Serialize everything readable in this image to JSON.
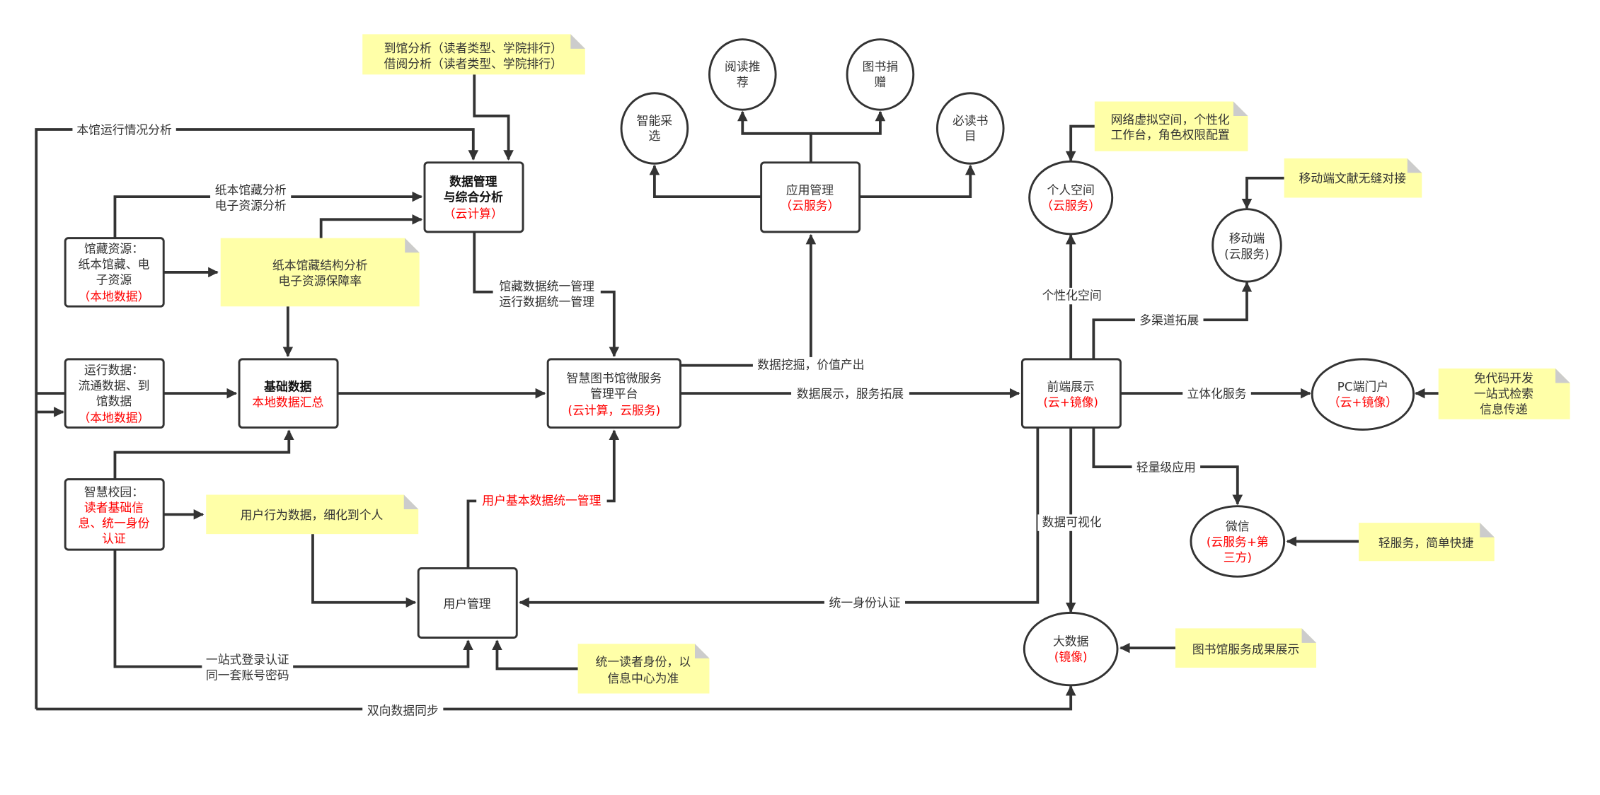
{
  "colors": {
    "stroke": "#333333",
    "note": "#ffffa8",
    "accent_red": "#ff0000"
  },
  "notes": {
    "analysis": [
      "到馆分析（读者类型、学院排行）",
      "借阅分析（读者类型、学院排行）"
    ],
    "collection_structure": [
      "纸本馆藏结构分析",
      "电子资源保障率"
    ],
    "user_behavior": [
      "用户行为数据，细化到个人"
    ],
    "unified_identity": [
      "统一读者身份，以",
      "信息中心为准"
    ],
    "virtual_space": [
      "网络虚拟空间，个性化",
      "工作台，角色权限配置"
    ],
    "mobile_docs": [
      "移动端文献无缝对接"
    ],
    "pc_features": [
      "免代码开发",
      "一站式检索",
      "信息传递"
    ],
    "light_service": [
      "轻服务，简单快捷"
    ],
    "achievements": [
      "图书馆服务成果展示"
    ]
  },
  "nodes": {
    "data_mgmt": {
      "lines": [
        "数据管理",
        "与综合分析"
      ],
      "red": "（云计算）"
    },
    "collection": {
      "lines": [
        "馆藏资源：",
        "纸本馆藏、电",
        "子资源"
      ],
      "red": "（本地数据）"
    },
    "operation": {
      "lines": [
        "运行数据：",
        "流通数据、到",
        "馆数据"
      ],
      "red": "（本地数据）"
    },
    "basic_data": {
      "lines": [
        "基础数据"
      ],
      "red": "本地数据汇总"
    },
    "campus": {
      "lines": [
        "智慧校园："
      ],
      "red_lines": [
        "读者基础信",
        "息、统一身份",
        "认证"
      ]
    },
    "platform": {
      "lines": [
        "智慧图书馆微服务",
        "管理平台"
      ],
      "red": "(云计算，云服务)"
    },
    "user_mgmt": {
      "lines": [
        "用户管理"
      ]
    },
    "app_mgmt": {
      "lines": [
        "应用管理"
      ],
      "red": "（云服务）"
    },
    "smart_purchase": {
      "lines": [
        "智能采",
        "选"
      ]
    },
    "reading_rec": {
      "lines": [
        "阅读推",
        "荐"
      ]
    },
    "book_donation": {
      "lines": [
        "图书捐",
        "赠"
      ]
    },
    "must_read": {
      "lines": [
        "必读书",
        "目"
      ]
    },
    "frontend": {
      "lines": [
        "前端展示"
      ],
      "red": "(云+镜像)"
    },
    "personal_space": {
      "lines": [
        "个人空间"
      ],
      "red": "（云服务）"
    },
    "mobile": {
      "lines": [
        "移动端",
        "(云服务)"
      ]
    },
    "pc_portal": {
      "lines": [
        "PC端门户"
      ],
      "red": "（云+镜像）"
    },
    "wechat": {
      "lines": [
        "微信"
      ],
      "red_lines": [
        "(云服务+第",
        "三方)"
      ]
    },
    "big_data": {
      "lines": [
        "大数据"
      ],
      "red": "(镜像)"
    }
  },
  "edges": {
    "library_ops": "本馆运行情况分析",
    "paper_analysis": [
      "纸本馆藏分析",
      "电子资源分析"
    ],
    "unified_mgmt": [
      "馆藏数据统一管理",
      "运行数据统一管理"
    ],
    "mining": "数据挖掘，价值产出",
    "display": "数据展示，服务拓展",
    "user_basic": "用户基本数据统一管理",
    "sso": [
      "一站式登录认证",
      "同一套账号密码"
    ],
    "unified_auth": "统一身份认证",
    "sync": "双向数据同步",
    "personalized": "个性化空间",
    "multichannel": "多渠道拓展",
    "3d_service": "立体化服务",
    "lightweight": "轻量级应用",
    "visualization": "数据可视化"
  }
}
